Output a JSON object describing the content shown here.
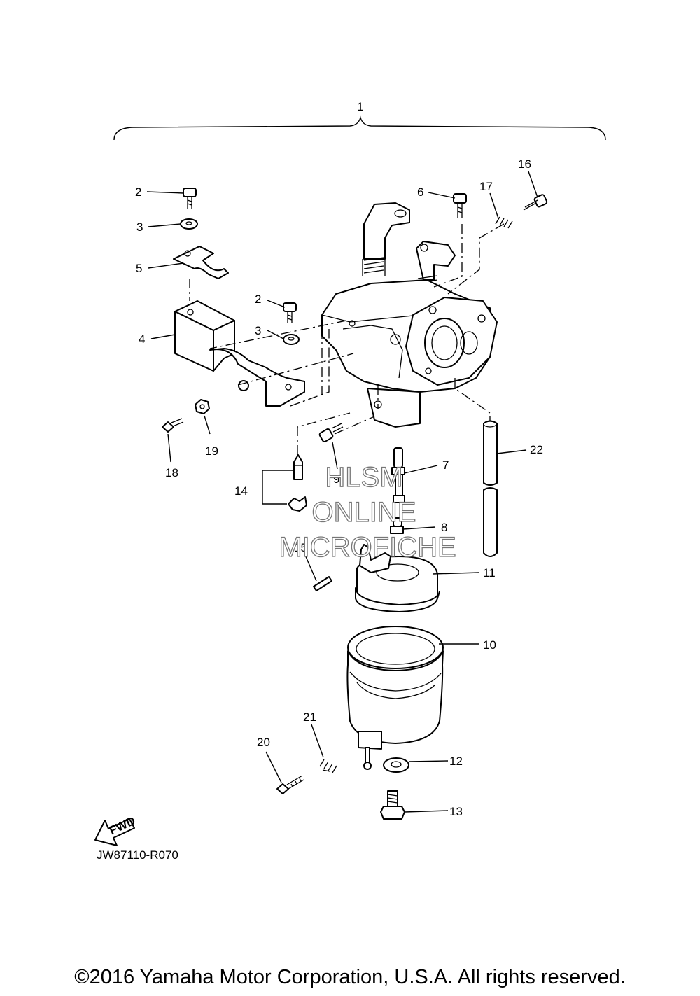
{
  "callouts": [
    {
      "id": "c1",
      "label": "1"
    },
    {
      "id": "c2a",
      "label": "2"
    },
    {
      "id": "c2b",
      "label": "2"
    },
    {
      "id": "c3a",
      "label": "3"
    },
    {
      "id": "c3b",
      "label": "3"
    },
    {
      "id": "c4",
      "label": "4"
    },
    {
      "id": "c5",
      "label": "5"
    },
    {
      "id": "c6",
      "label": "6"
    },
    {
      "id": "c7",
      "label": "7"
    },
    {
      "id": "c8",
      "label": "8"
    },
    {
      "id": "c9",
      "label": "9"
    },
    {
      "id": "c10",
      "label": "10"
    },
    {
      "id": "c11",
      "label": "11"
    },
    {
      "id": "c12",
      "label": "12"
    },
    {
      "id": "c13",
      "label": "13"
    },
    {
      "id": "c14",
      "label": "14"
    },
    {
      "id": "c15",
      "label": "15"
    },
    {
      "id": "c16",
      "label": "16"
    },
    {
      "id": "c17",
      "label": "17"
    },
    {
      "id": "c18",
      "label": "18"
    },
    {
      "id": "c19",
      "label": "19"
    },
    {
      "id": "c20",
      "label": "20"
    },
    {
      "id": "c21",
      "label": "21"
    },
    {
      "id": "c22",
      "label": "22"
    }
  ],
  "fwd_label": "FWD",
  "diagram_code": "JW87110-R070",
  "watermark": {
    "line1": "HLSM",
    "line2": "ONLINE",
    "line3": "MICROFICHE"
  },
  "copyright": "©2016 Yamaha Motor Corporation, U.S.A. All rights reserved."
}
